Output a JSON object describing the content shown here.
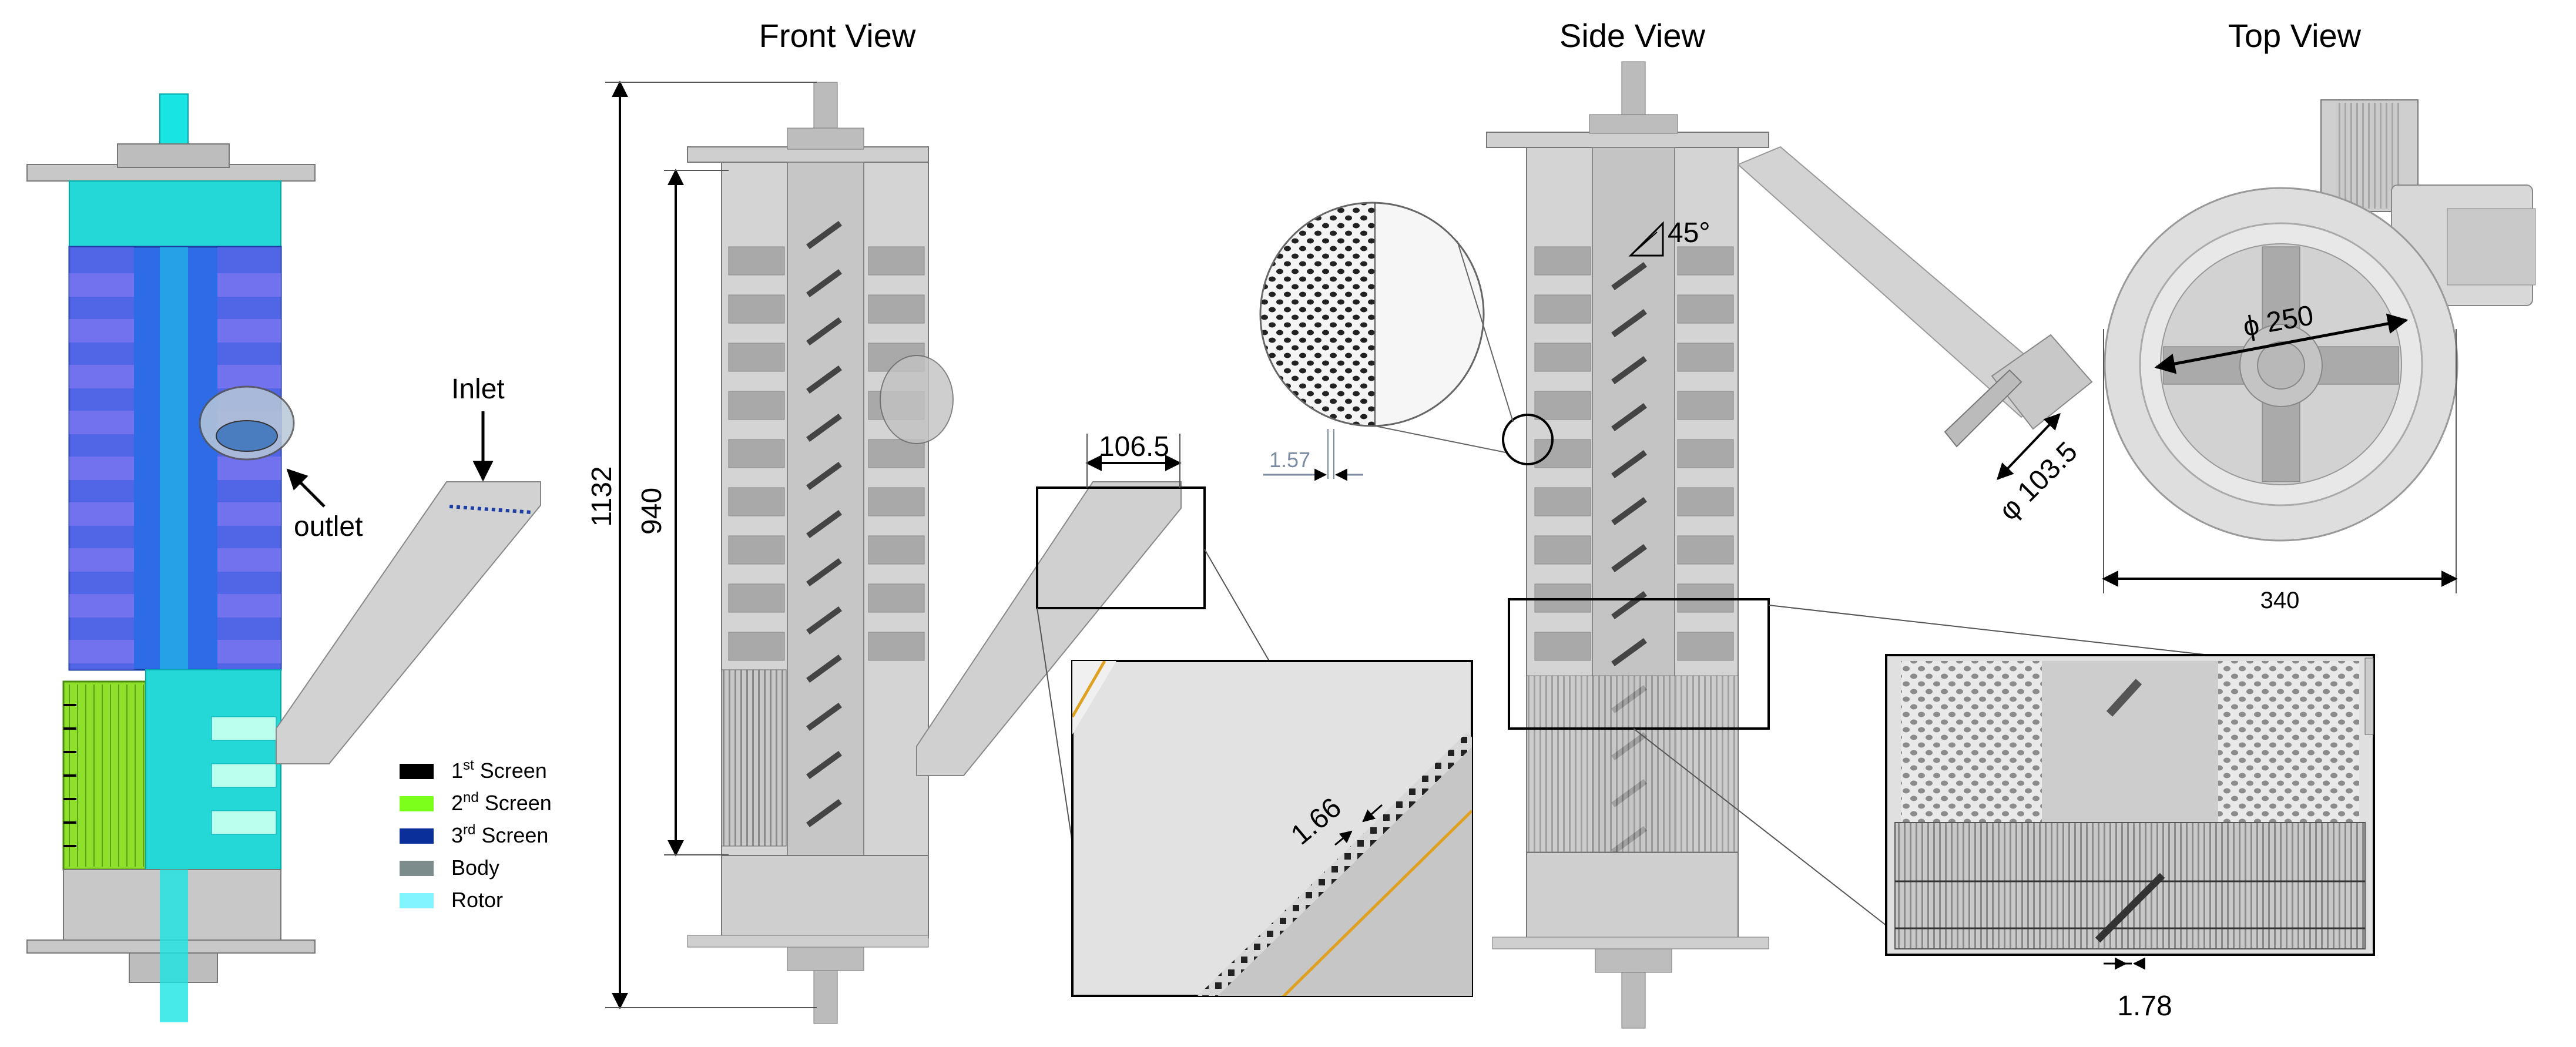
{
  "views": {
    "front": "Front View",
    "side": "Side View",
    "top": "Top View"
  },
  "labels": {
    "inlet": "Inlet",
    "outlet": "outlet",
    "angle": "45°"
  },
  "dimensions": {
    "total_height": "1132",
    "screen_height": "940",
    "inlet_width": "106.5",
    "gap_front": "1.66",
    "hole_spacing": "1.57",
    "inlet_diameter": "φ 103.5",
    "rotor_diameter": "ϕ 250",
    "housing_width": "340",
    "gap_side": "1.78"
  },
  "legend": [
    {
      "num": "1",
      "sup": "st",
      "text": " Screen",
      "color": "#000000"
    },
    {
      "num": "2",
      "sup": "nd",
      "text": " Screen",
      "color": "#7cff1a"
    },
    {
      "num": "3",
      "sup": "rd",
      "text": " Screen",
      "color": "#0a2f9b"
    },
    {
      "num": "",
      "sup": "",
      "text": "Body",
      "color": "#7c8c8c"
    },
    {
      "num": "",
      "sup": "",
      "text": "Rotor",
      "color": "#80f4ff"
    }
  ],
  "colors": {
    "body": "#c8c8c8",
    "rotor": "#19e4e4",
    "screen_blue": "#2a5fe0",
    "screen_green": "#8fe02a"
  }
}
